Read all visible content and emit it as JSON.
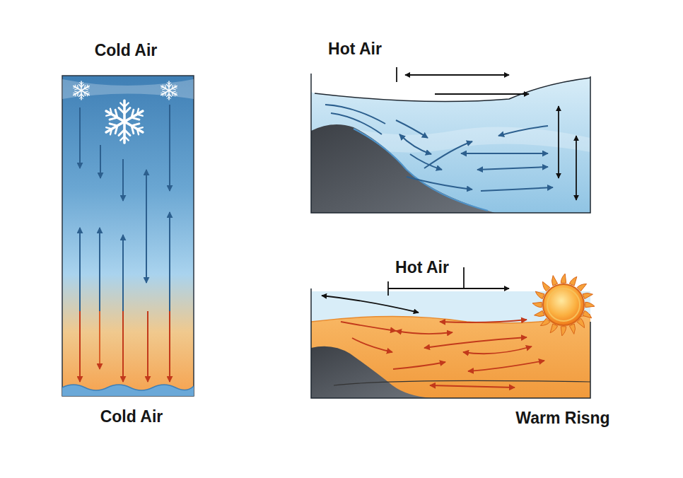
{
  "diagram": {
    "labels": [
      "Cold Air",
      "Hot Air",
      "Hot Air",
      "Cold Air",
      "Warm Risng"
    ]
  }
}
